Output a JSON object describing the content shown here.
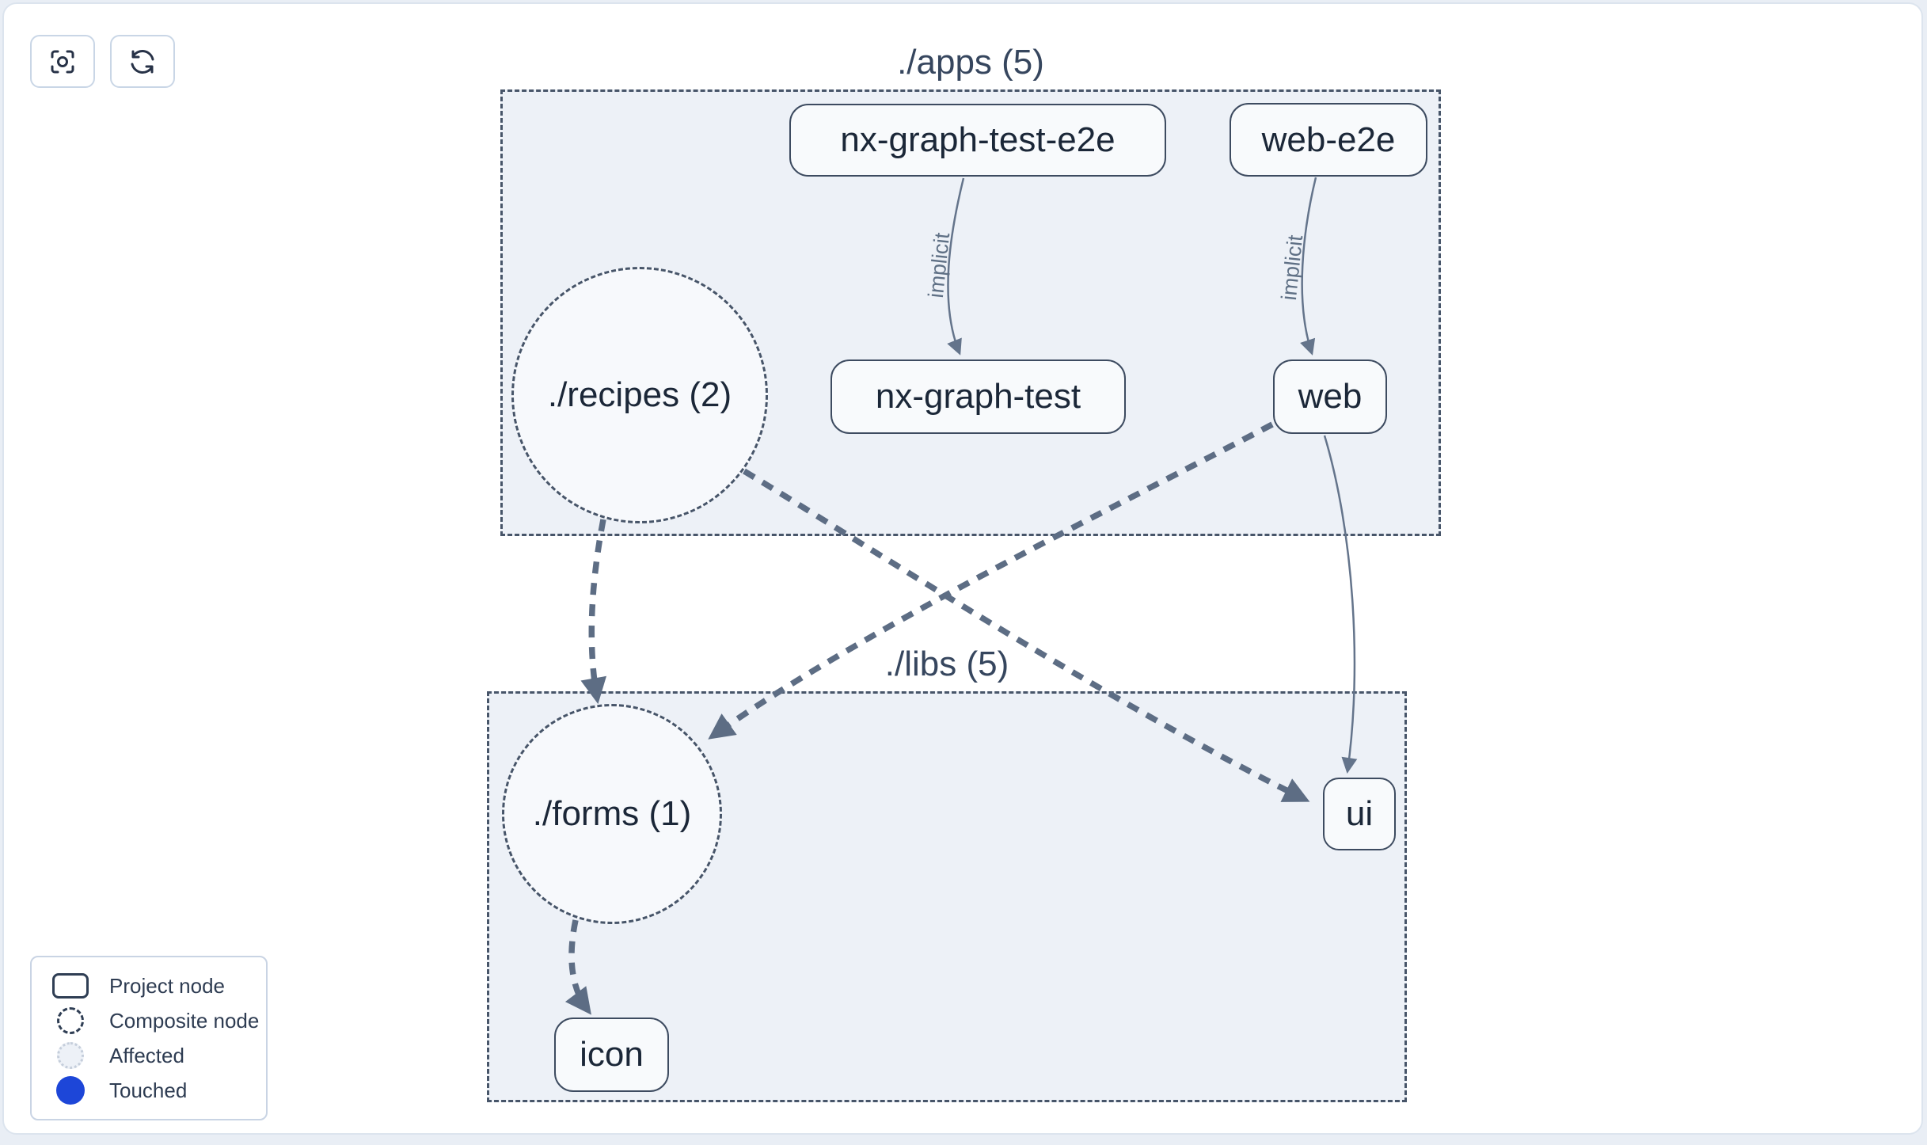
{
  "toolbar": {
    "buttons": [
      {
        "icon": "focus-icon"
      },
      {
        "icon": "refresh-icon"
      }
    ]
  },
  "graph": {
    "groups": [
      {
        "id": "apps",
        "label": "./apps (5)"
      },
      {
        "id": "libs",
        "label": "./libs (5)"
      }
    ],
    "nodes": [
      {
        "id": "nx-graph-test-e2e",
        "label": "nx-graph-test-e2e"
      },
      {
        "id": "web-e2e",
        "label": "web-e2e"
      },
      {
        "id": "nx-graph-test",
        "label": "nx-graph-test"
      },
      {
        "id": "web",
        "label": "web"
      },
      {
        "id": "ui",
        "label": "ui"
      },
      {
        "id": "icon",
        "label": "icon"
      }
    ],
    "composite_nodes": [
      {
        "id": "recipes",
        "label": "./recipes (2)"
      },
      {
        "id": "forms",
        "label": "./forms (1)"
      }
    ],
    "edge_labels": [
      {
        "text": "implicit"
      },
      {
        "text": "implicit"
      }
    ]
  },
  "legend": {
    "items": [
      {
        "icon": "project-node-swatch",
        "label": "Project node"
      },
      {
        "icon": "composite-node-swatch",
        "label": "Composite node"
      },
      {
        "icon": "affected-swatch",
        "label": "Affected"
      },
      {
        "icon": "touched-swatch",
        "label": "Touched"
      }
    ]
  },
  "colors": {
    "touched": "#1d46d8",
    "affected_fill": "#edf1f7",
    "group_fill": "#edf1f7",
    "node_fill": "#f8fafc",
    "node_border": "#3d4b60",
    "edge": "#5d6d84",
    "group_border": "#475569"
  }
}
